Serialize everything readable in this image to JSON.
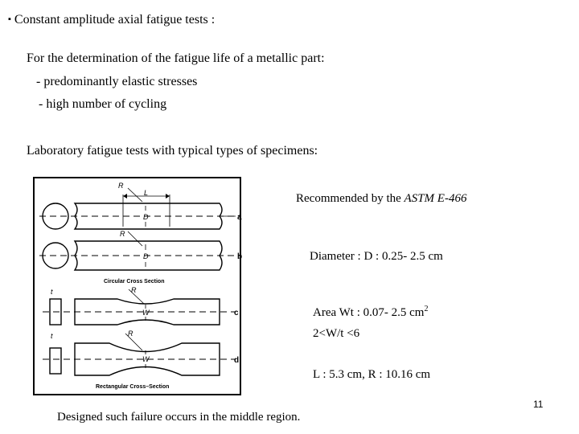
{
  "heading": {
    "bullet": "▪",
    "text": "Constant amplitude axial fatigue tests :"
  },
  "intro": {
    "line1": "For the determination of the fatigue life of a metallic part:",
    "line2": "- predominantly elastic stresses",
    "line3": "- high number of cycling"
  },
  "lab_line": "Laboratory fatigue tests with typical types of specimens:",
  "figure": {
    "dim_R": "R",
    "dim_L": "L",
    "dim_D": "D",
    "dim_W": "W",
    "dim_t": "t",
    "label_a": "a",
    "label_b": "b",
    "label_c": "c",
    "label_d": "d",
    "caption_circular": "Circular Cross Section",
    "caption_rectangular": "Rectangular Cross–Section"
  },
  "notes": {
    "recommended_prefix": "Recommended by the ",
    "recommended_standard": "ASTM E-466",
    "diameter": "Diameter : D : 0.25- 2.5 cm",
    "area_prefix": "Area Wt : 0.07- 2.5 cm",
    "area_exponent": "2",
    "ratio": "2<W/t <6",
    "length": "L : 5.3 cm, R : 10.16 cm"
  },
  "footer": {
    "page_number": "11",
    "conclusion": "Designed such failure occurs in the middle region."
  }
}
